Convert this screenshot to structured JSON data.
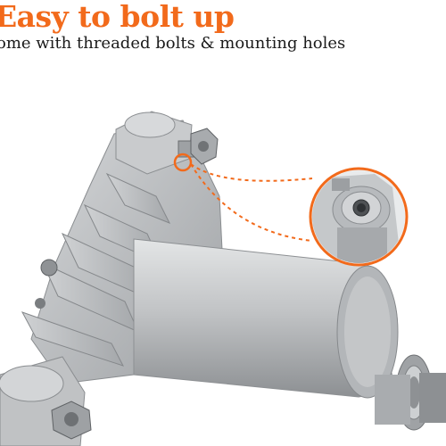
{
  "headline": {
    "text": "Easy to bolt up",
    "color": "#f26a1b"
  },
  "subline": {
    "text": "ome with threaded bolts & mounting holes"
  },
  "product": {
    "subject": "spindle-assembly",
    "callout_color": "#f26a1b",
    "metal_color": "#b9bbbd"
  }
}
